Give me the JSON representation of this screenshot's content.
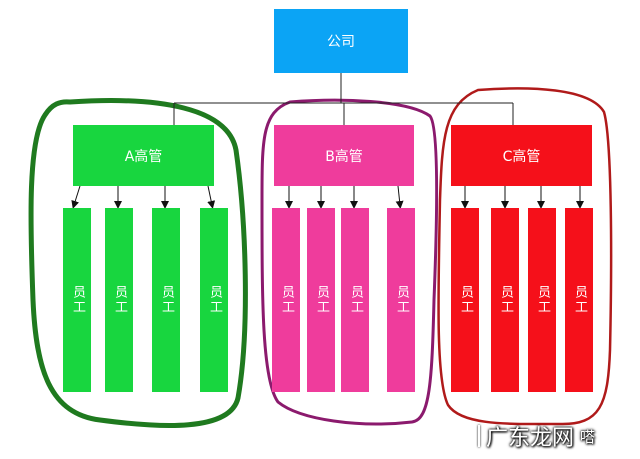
{
  "company": {
    "label": "公司",
    "color": "#0ba4f5"
  },
  "groups": [
    {
      "id": "a",
      "manager": "A高管",
      "color": "#18d63f",
      "outline": "#1f7a1f",
      "employees": [
        "员工",
        "员工",
        "员工",
        "员工"
      ]
    },
    {
      "id": "b",
      "manager": "B高管",
      "color": "#ef3c9c",
      "outline": "#8b1a6d",
      "employees": [
        "员工",
        "员工",
        "员工",
        "员工"
      ]
    },
    {
      "id": "c",
      "manager": "C高管",
      "color": "#f5101a",
      "outline": "#b01a1a",
      "employees": [
        "员工",
        "员工",
        "员工",
        "员工"
      ]
    }
  ],
  "watermark": {
    "text": "广东龙网",
    "logo": "嗒"
  }
}
